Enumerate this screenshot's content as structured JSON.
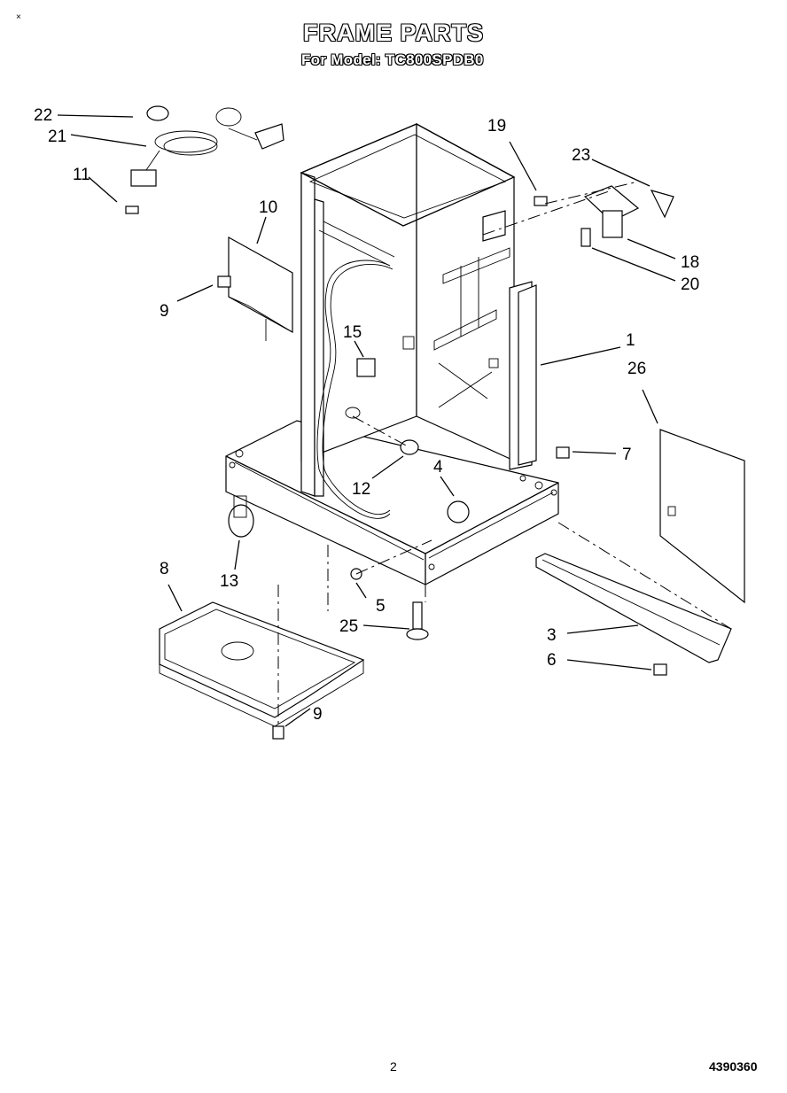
{
  "header": {
    "corner_mark": "×",
    "title": "FRAME PARTS",
    "subtitle": "For Model: TC800SPDB0"
  },
  "footer": {
    "page_number": "2",
    "document_number": "4390360"
  },
  "callouts": [
    "1",
    "3",
    "4",
    "5",
    "6",
    "7",
    "8",
    "9",
    "9",
    "10",
    "11",
    "12",
    "13",
    "15",
    "18",
    "19",
    "20",
    "21",
    "22",
    "23",
    "25",
    "26"
  ]
}
